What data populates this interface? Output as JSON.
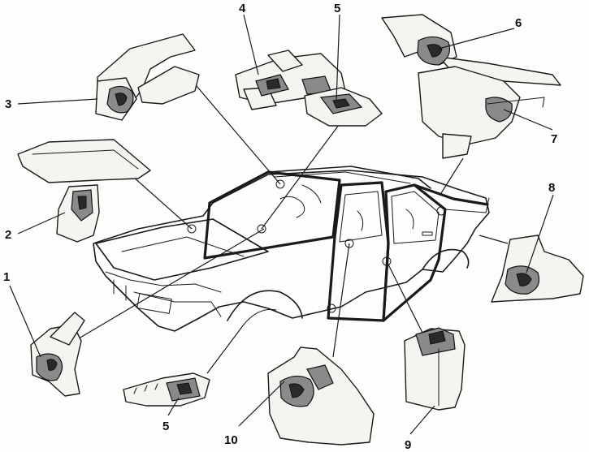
{
  "figure": {
    "callouts": [
      {
        "id": "c1",
        "text": "1"
      },
      {
        "id": "c2",
        "text": "2"
      },
      {
        "id": "c3",
        "text": "3"
      },
      {
        "id": "c4",
        "text": "4"
      },
      {
        "id": "c5a",
        "text": "5"
      },
      {
        "id": "c5b",
        "text": "5"
      },
      {
        "id": "c6",
        "text": "6"
      },
      {
        "id": "c7",
        "text": "7"
      },
      {
        "id": "c8",
        "text": "8"
      },
      {
        "id": "c9",
        "text": "9"
      },
      {
        "id": "c10",
        "text": "10"
      }
    ]
  }
}
